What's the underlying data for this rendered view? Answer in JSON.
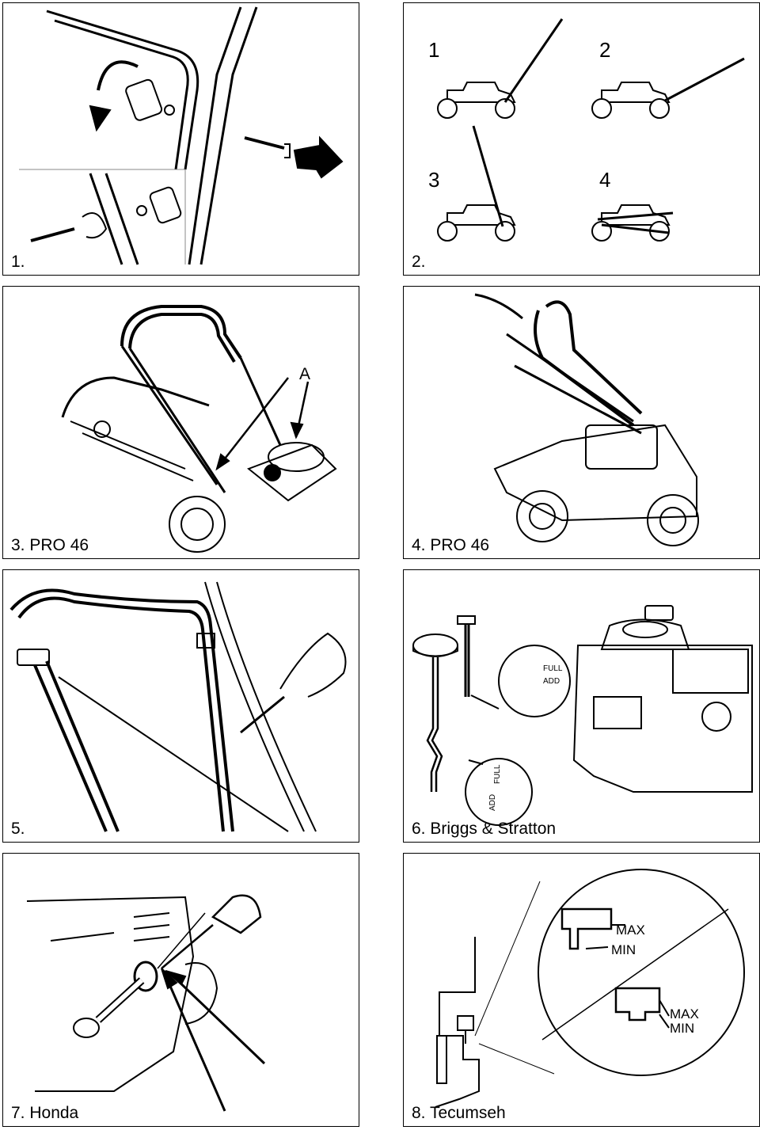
{
  "panels": [
    {
      "caption": "1."
    },
    {
      "caption": "2.",
      "steps": [
        "1",
        "2",
        "3",
        "4"
      ]
    },
    {
      "caption": "3. PRO 46",
      "callout": "A"
    },
    {
      "caption": "4. PRO 46"
    },
    {
      "caption": "5."
    },
    {
      "caption": "6. Briggs & Stratton",
      "dipstick_full": "FULL",
      "dipstick_add": "ADD",
      "dipstick_full_vertical": "FULL",
      "dipstick_add_vertical": "ADD"
    },
    {
      "caption": "7. Honda"
    },
    {
      "caption": "8. Tecumseh",
      "max_label_1": "MAX",
      "min_label_1": "MIN",
      "max_label_2": "MAX",
      "min_label_2": "MIN"
    }
  ]
}
